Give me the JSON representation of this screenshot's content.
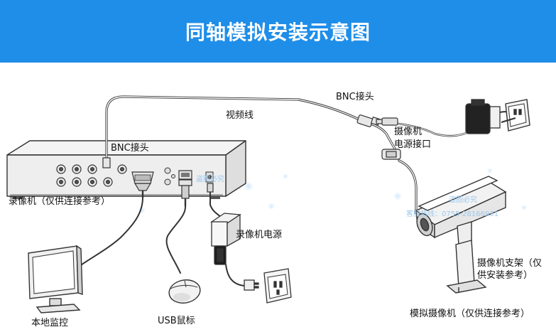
{
  "header": {
    "title": "同轴模拟安装示意图",
    "bg_color": "#1f8ee9"
  },
  "labels": {
    "bnc_top": "BNC接头",
    "video_cable": "视频线",
    "bnc_dvr": "BNC接头",
    "dvr": "录像机（仅供连接参考）",
    "camera_power_port_1": "摄像机",
    "camera_power_port_2": "电源接口",
    "dvr_power": "录像机电源",
    "bracket_1": "摄像机支架（仅",
    "bracket_2": "供安装参考）",
    "monitor": "本地监控",
    "mouse": "USB鼠标",
    "camera": "模拟摄像机（仅供连接参考）"
  },
  "watermark": {
    "line1": "盗图必究",
    "line2": "客服热线：0755-28166931"
  },
  "icons": [
    "dvr-icon",
    "bnc-connector-icon",
    "vga-port-icon",
    "usb-port-icon",
    "power-adapter-icon",
    "wall-socket-icon",
    "monitor-icon",
    "mouse-icon",
    "camera-icon",
    "bracket-icon"
  ],
  "colors": {
    "line": "#333333",
    "accent": "#1f8ee9",
    "watermark": "#9cc8ef"
  }
}
